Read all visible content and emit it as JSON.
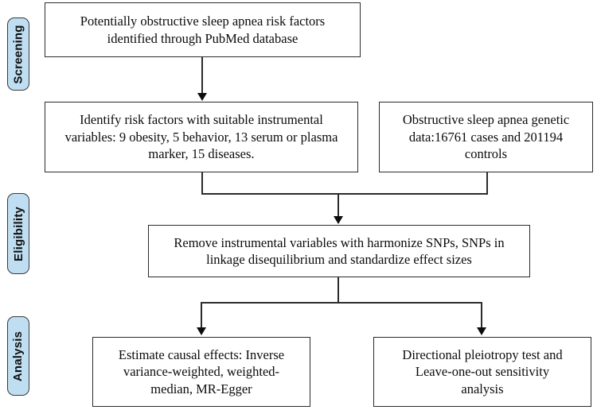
{
  "figure": {
    "type": "flowchart",
    "orientation": "top-to-bottom"
  },
  "stages": [
    {
      "id": "screening",
      "label": "Screening"
    },
    {
      "id": "eligibility",
      "label": "Eligibility"
    },
    {
      "id": "analysis",
      "label": "Analysis"
    }
  ],
  "nodes": {
    "source": {
      "label": "Potentially obstructive sleep apnea risk factors identified through PubMed database",
      "line1": "Potentially obstructive sleep apnea risk factors",
      "line2": "identified through PubMed database"
    },
    "risk_factors": {
      "label": "Identify risk factors with suitable instrumental variables: 9 obesity, 5 behavior, 13 serum or plasma marker, 15 diseases.",
      "line1": "Identify risk factors with suitable instrumental",
      "line2": "variables: 9 obesity, 5 behavior, 13 serum or plasma",
      "line3": "marker, 15 diseases."
    },
    "genetic_data": {
      "label": "Obstructive sleep apnea genetic data:16761 cases and 201194 controls",
      "line1": "Obstructive sleep apnea genetic",
      "line2": "data:16761 cases and 201194",
      "line3": "controls"
    },
    "harmonize": {
      "label": "Remove instrumental variables with harmonize SNPs, SNPs in linkage disequilibrium and standardize effect sizes",
      "line1": "Remove instrumental variables with harmonize SNPs, SNPs in",
      "line2": "linkage disequilibrium and standardize effect sizes"
    },
    "causal_effects": {
      "label": "Estimate causal effects: Inverse variance-weighted, weighted-median, MR-Egger",
      "line1": "Estimate causal effects: Inverse",
      "line2": "variance-weighted, weighted-",
      "line3": "median, MR-Egger"
    },
    "sensitivity": {
      "label": "Directional pleiotropy test and Leave-one-out sensitivity analysis",
      "line1": "Directional pleiotropy test and",
      "line2": "Leave-one-out sensitivity",
      "line3": "analysis"
    }
  },
  "counts": {
    "obesity": 9,
    "behavior": 5,
    "serum_or_plasma_marker": 13,
    "diseases": 15,
    "osa_cases": 16761,
    "osa_controls": 201194
  },
  "colors": {
    "badge_fill": "#bfdef1",
    "badge_border": "#3a3a3a",
    "box_border": "#2b2b2b",
    "connector": "#2b2b2b",
    "background": "#ffffff",
    "text": "#0b0b0b"
  },
  "edges": [
    {
      "from": "source",
      "to": "risk_factors"
    },
    {
      "from": "risk_factors",
      "to": "harmonize"
    },
    {
      "from": "genetic_data",
      "to": "harmonize"
    },
    {
      "from": "harmonize",
      "to": "causal_effects"
    },
    {
      "from": "harmonize",
      "to": "sensitivity"
    }
  ]
}
